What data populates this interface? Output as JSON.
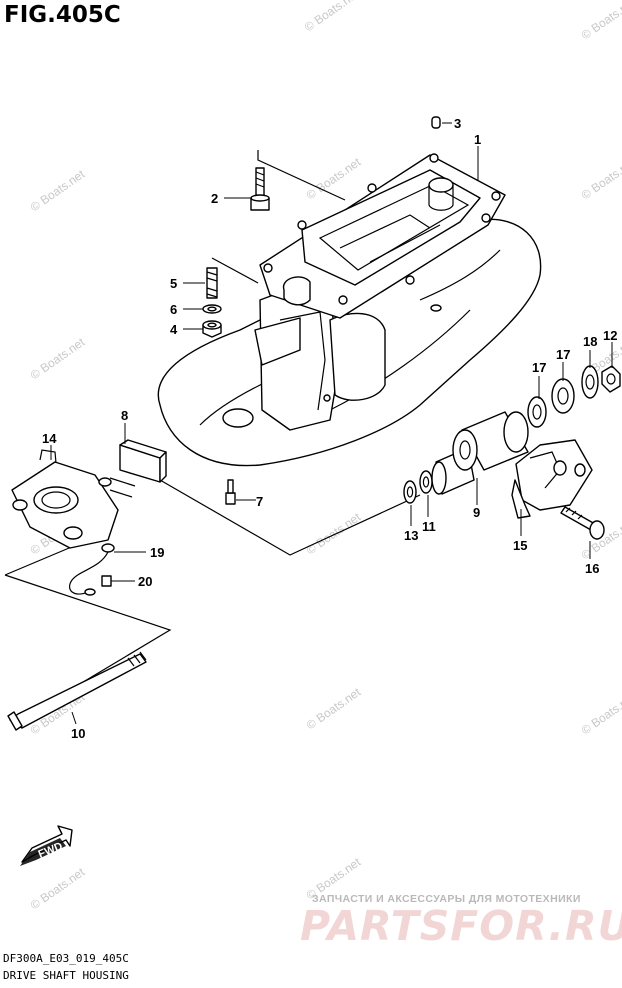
{
  "figure": {
    "title": "FIG.405C",
    "code": "DF300A_E03_019_405C",
    "name": "DRIVE SHAFT HOUSING"
  },
  "watermark": {
    "text": "© Boats.net"
  },
  "brand": {
    "tagline": "ЗАПЧАСТИ И АКСЕССУАРЫ ДЛЯ МОТОТЕХНИКИ",
    "name": "PARTSFOR.RU"
  },
  "direction_arrow": {
    "label": "FWD"
  },
  "callouts": [
    "1",
    "2",
    "3",
    "4",
    "5",
    "6",
    "7",
    "8",
    "9",
    "10",
    "11",
    "12",
    "13",
    "14",
    "15",
    "16",
    "17",
    "17",
    "18",
    "19",
    "20"
  ],
  "colors": {
    "line": "#000000",
    "watermark": "#c8c8c8",
    "brand_main": "#f0cfcf",
    "brand_sub": "#b9b9b9"
  }
}
